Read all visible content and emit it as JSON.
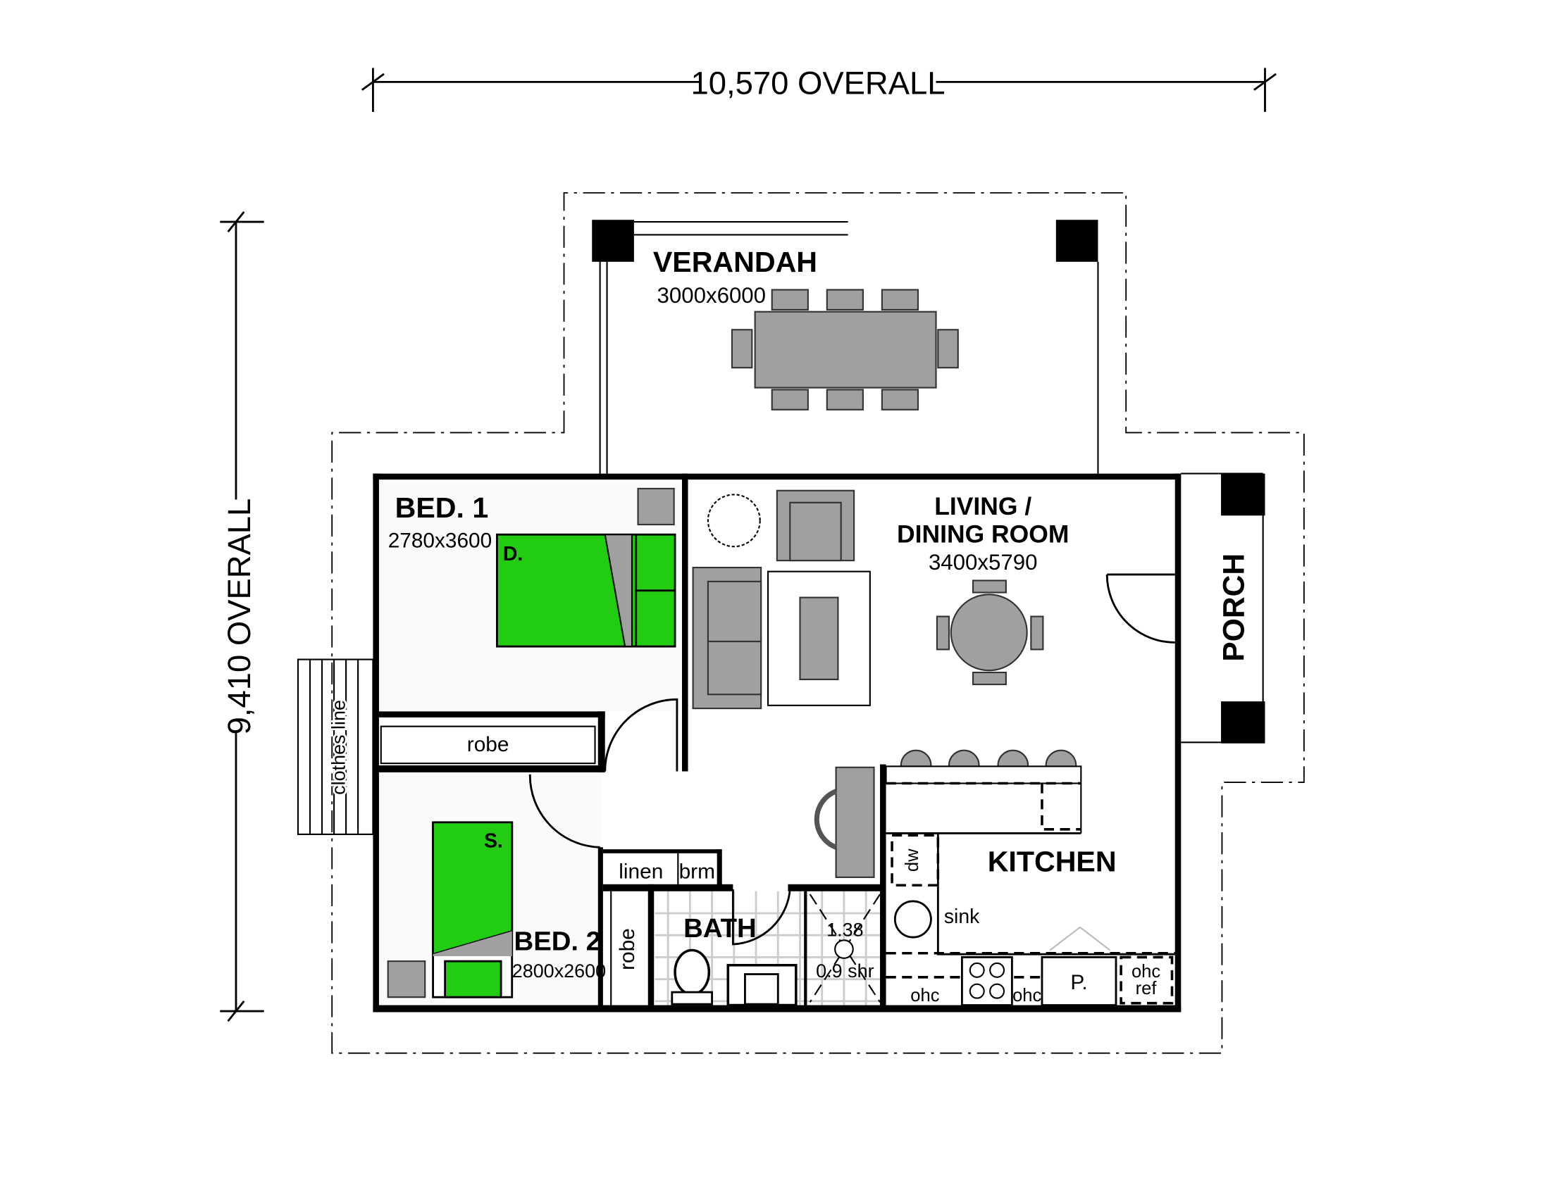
{
  "dimensions": {
    "width_label": "10,570 OVERALL",
    "depth_label": "9,410 OVERALL"
  },
  "rooms": {
    "verandah": {
      "name": "VERANDAH",
      "size": "3000x6000"
    },
    "bed1": {
      "name": "BED. 1",
      "size": "2780x3600",
      "bed_label": "D."
    },
    "bed2": {
      "name": "BED. 2",
      "size": "2800x2600",
      "bed_label": "S."
    },
    "living": {
      "name_line1": "LIVING /",
      "name_line2": "DINING ROOM",
      "size": "3400x5790"
    },
    "porch": {
      "name": "PORCH"
    },
    "kitchen": {
      "name": "KITCHEN"
    },
    "bath": {
      "name": "BATH"
    }
  },
  "fixtures": {
    "robe1": "robe",
    "robe2": "robe",
    "linen": "linen",
    "brm": "brm",
    "clothes_line": "clothes line",
    "dw": "dw",
    "sink": "sink",
    "ohc1": "ohc",
    "ohc2": "ohc",
    "pantry": "P.",
    "ohc_ref_1": "ohc",
    "ohc_ref_2": "ref",
    "shower_1": "1.38",
    "shower_2": "0.9 shr"
  },
  "colors": {
    "bed_green": "#22cc11",
    "furniture_gray": "#a0a0a0"
  }
}
